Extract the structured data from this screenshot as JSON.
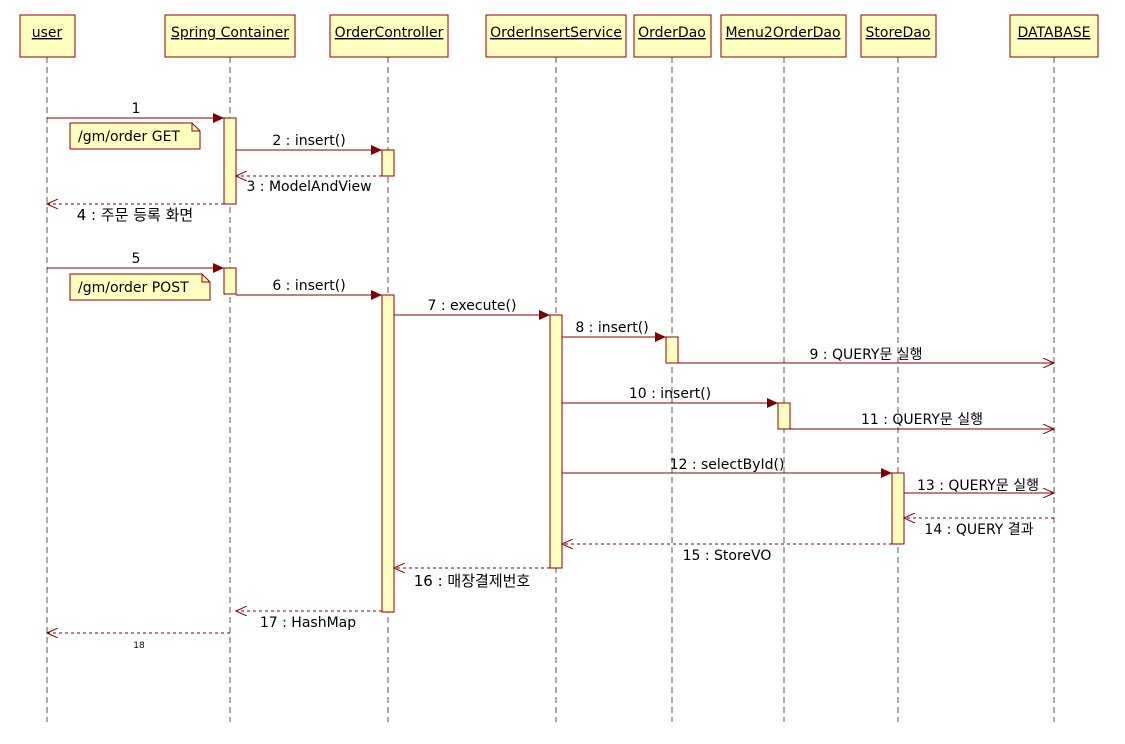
{
  "colors": {
    "box_fill": "#ffffc0",
    "box_stroke": "#8b0000",
    "message": "#800000",
    "lifeline": "#555555",
    "text": "#000000"
  },
  "participants": [
    {
      "id": "user",
      "name": "user"
    },
    {
      "id": "spring",
      "name": "Spring Container"
    },
    {
      "id": "controller",
      "name": "OrderController"
    },
    {
      "id": "service",
      "name": "OrderInsertService"
    },
    {
      "id": "orderdao",
      "name": "OrderDao"
    },
    {
      "id": "menu2orderdao",
      "name": "Menu2OrderDao"
    },
    {
      "id": "storedao",
      "name": "StoreDao"
    },
    {
      "id": "database",
      "name": "DATABASE"
    }
  ],
  "notes": [
    {
      "id": "note-get",
      "text": "/gm/order  GET"
    },
    {
      "id": "note-post",
      "text": "/gm/order  POST"
    }
  ],
  "messages": [
    {
      "id": "m1",
      "label": "1",
      "from": "user",
      "to": "spring",
      "kind": "call"
    },
    {
      "id": "m2",
      "label": "2 : insert()",
      "from": "spring",
      "to": "controller",
      "kind": "call"
    },
    {
      "id": "m3",
      "label": "3 : ModelAndView",
      "from": "controller",
      "to": "spring",
      "kind": "return"
    },
    {
      "id": "m4",
      "label": "4 : 주문 등록 화면",
      "from": "spring",
      "to": "user",
      "kind": "return"
    },
    {
      "id": "m5",
      "label": "5",
      "from": "user",
      "to": "spring",
      "kind": "call"
    },
    {
      "id": "m6",
      "label": "6 : insert()",
      "from": "spring",
      "to": "controller",
      "kind": "call"
    },
    {
      "id": "m7",
      "label": "7 : execute()",
      "from": "controller",
      "to": "service",
      "kind": "call"
    },
    {
      "id": "m8",
      "label": "8 : insert()",
      "from": "service",
      "to": "orderdao",
      "kind": "call"
    },
    {
      "id": "m9",
      "label": "9 : QUERY문 실행",
      "from": "orderdao",
      "to": "database",
      "kind": "call"
    },
    {
      "id": "m10",
      "label": "10 : insert()",
      "from": "service",
      "to": "menu2orderdao",
      "kind": "call"
    },
    {
      "id": "m11",
      "label": "11 : QUERY문 실행",
      "from": "menu2orderdao",
      "to": "database",
      "kind": "call"
    },
    {
      "id": "m12",
      "label": "12 : selectById()",
      "from": "service",
      "to": "storedao",
      "kind": "call"
    },
    {
      "id": "m13",
      "label": "13 : QUERY문 실행",
      "from": "storedao",
      "to": "database",
      "kind": "call"
    },
    {
      "id": "m14",
      "label": "14 : QUERY 결과",
      "from": "database",
      "to": "storedao",
      "kind": "return"
    },
    {
      "id": "m15",
      "label": "15 : StoreVO",
      "from": "storedao",
      "to": "service",
      "kind": "return"
    },
    {
      "id": "m16",
      "label": "16 : 매장결제번호",
      "from": "service",
      "to": "controller",
      "kind": "return"
    },
    {
      "id": "m17",
      "label": "17 : HashMap",
      "from": "controller",
      "to": "spring",
      "kind": "return"
    },
    {
      "id": "m18",
      "label": "18",
      "from": "spring",
      "to": "user",
      "kind": "return"
    }
  ]
}
